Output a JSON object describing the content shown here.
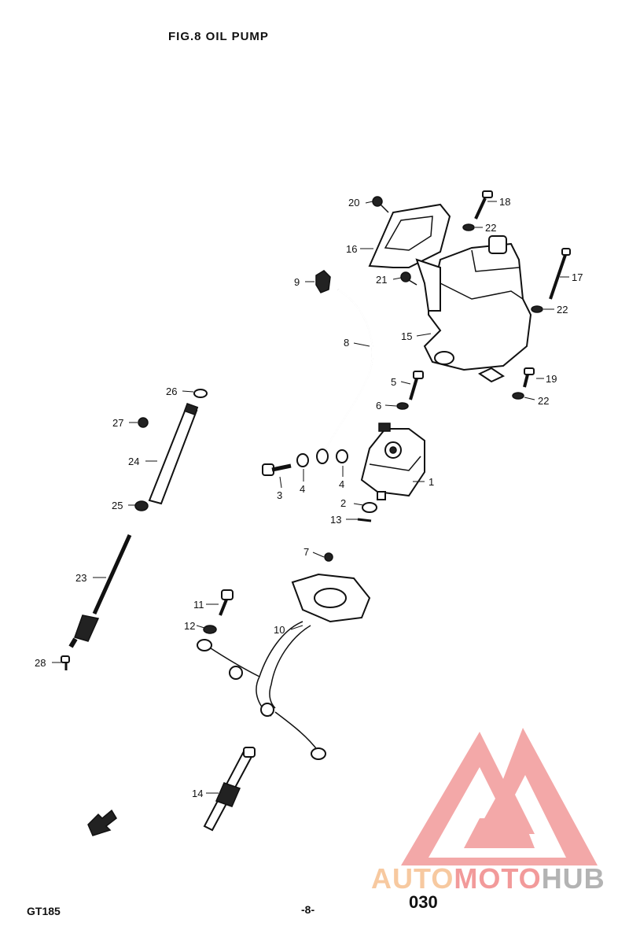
{
  "header": {
    "title": "FIG.8  OIL PUMP"
  },
  "footer": {
    "model": "GT185",
    "page": "-8-",
    "code": "030"
  },
  "watermark": {
    "part1": "AUTO",
    "part2": "MOTO",
    "part3": "HUB",
    "colors": {
      "auto": "#f7c9a0",
      "moto": "#f29a9a",
      "hub": "#b3b3b3",
      "logo": "#f29a9a"
    }
  },
  "callouts": [
    {
      "id": "c1",
      "text": "1"
    },
    {
      "id": "c2",
      "text": "2"
    },
    {
      "id": "c3",
      "text": "3"
    },
    {
      "id": "c4a",
      "text": "4"
    },
    {
      "id": "c4b",
      "text": "4"
    },
    {
      "id": "c5",
      "text": "5"
    },
    {
      "id": "c6",
      "text": "6"
    },
    {
      "id": "c7",
      "text": "7"
    },
    {
      "id": "c8",
      "text": "8"
    },
    {
      "id": "c9",
      "text": "9"
    },
    {
      "id": "c10",
      "text": "10"
    },
    {
      "id": "c11",
      "text": "11"
    },
    {
      "id": "c12",
      "text": "12"
    },
    {
      "id": "c13",
      "text": "13"
    },
    {
      "id": "c14",
      "text": "14"
    },
    {
      "id": "c15",
      "text": "15"
    },
    {
      "id": "c16",
      "text": "16"
    },
    {
      "id": "c17",
      "text": "17"
    },
    {
      "id": "c18",
      "text": "18"
    },
    {
      "id": "c19",
      "text": "19"
    },
    {
      "id": "c20",
      "text": "20"
    },
    {
      "id": "c21",
      "text": "21"
    },
    {
      "id": "c22a",
      "text": "22"
    },
    {
      "id": "c22b",
      "text": "22"
    },
    {
      "id": "c22c",
      "text": "22"
    },
    {
      "id": "c23",
      "text": "23"
    },
    {
      "id": "c24",
      "text": "24"
    },
    {
      "id": "c25",
      "text": "25"
    },
    {
      "id": "c26",
      "text": "26"
    },
    {
      "id": "c27",
      "text": "27"
    },
    {
      "id": "c28",
      "text": "28"
    }
  ]
}
